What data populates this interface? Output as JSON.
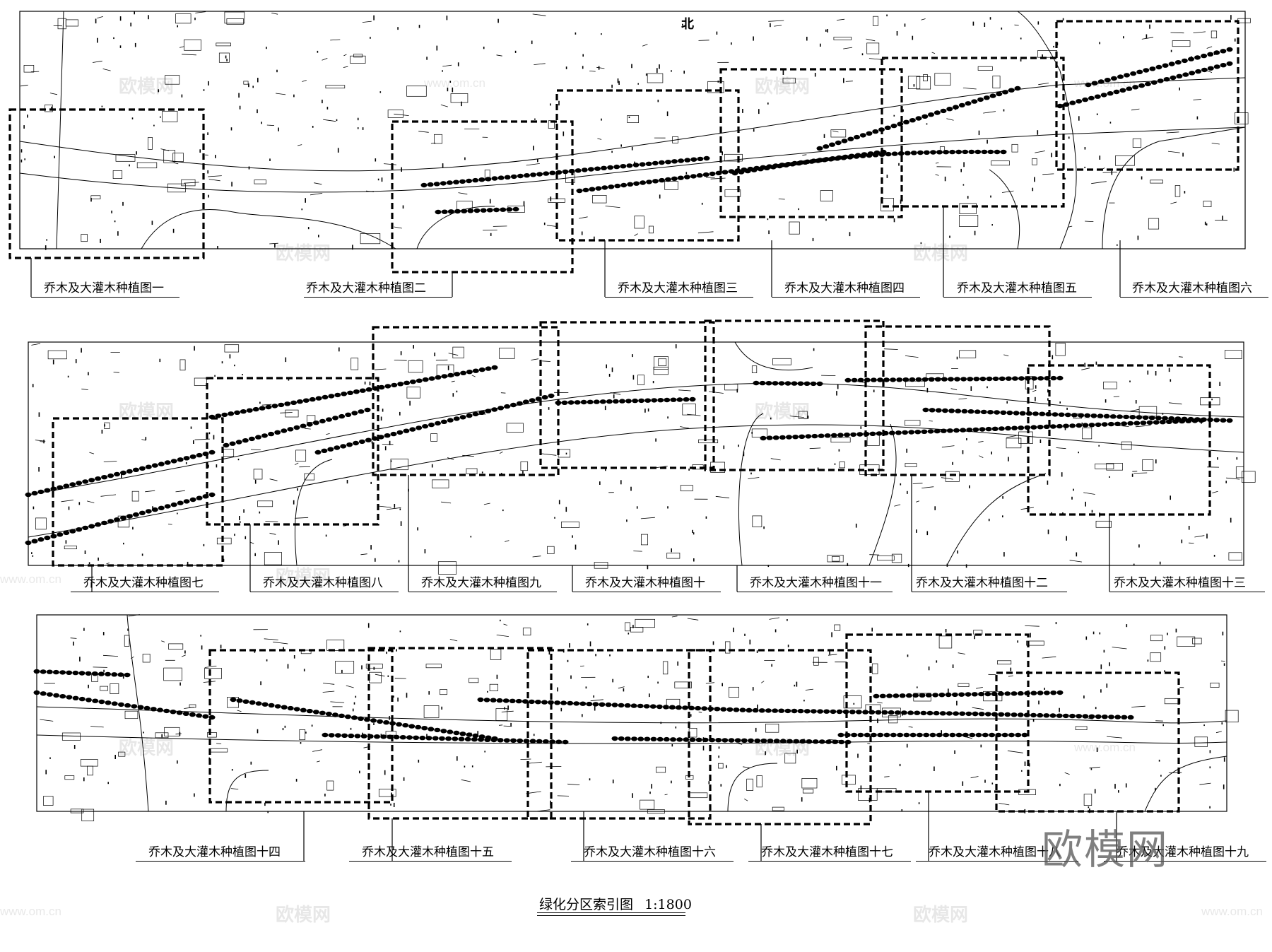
{
  "north_mark": "北",
  "strip_labels": [
    [
      "乔木及大灌木种植图一",
      "乔木及大灌木种植图二",
      "乔木及大灌木种植图三",
      "乔木及大灌木种植图四",
      "乔木及大灌木种植图五",
      "乔木及大灌木种植图六"
    ],
    [
      "乔木及大灌木种植图七",
      "乔木及大灌木种植图八",
      "乔木及大灌木种植图九",
      "乔木及大灌木种植图十",
      "乔木及大灌木种植图十一",
      "乔木及大灌木种植图十二",
      "乔木及大灌木种植图十三"
    ],
    [
      "乔木及大灌木种植图十四",
      "乔木及大灌木种植图十五",
      "乔木及大灌木种植图十六",
      "乔木及大灌木种植图十七",
      "乔木及大灌木种植图十八",
      "乔木及大灌木种植图十九"
    ]
  ],
  "title": "绿化分区索引图",
  "scale": "1:1800",
  "watermark": "欧模网",
  "watermark_url": "www.om.cn",
  "colors": {
    "line": "#000000",
    "background": "#ffffff"
  }
}
